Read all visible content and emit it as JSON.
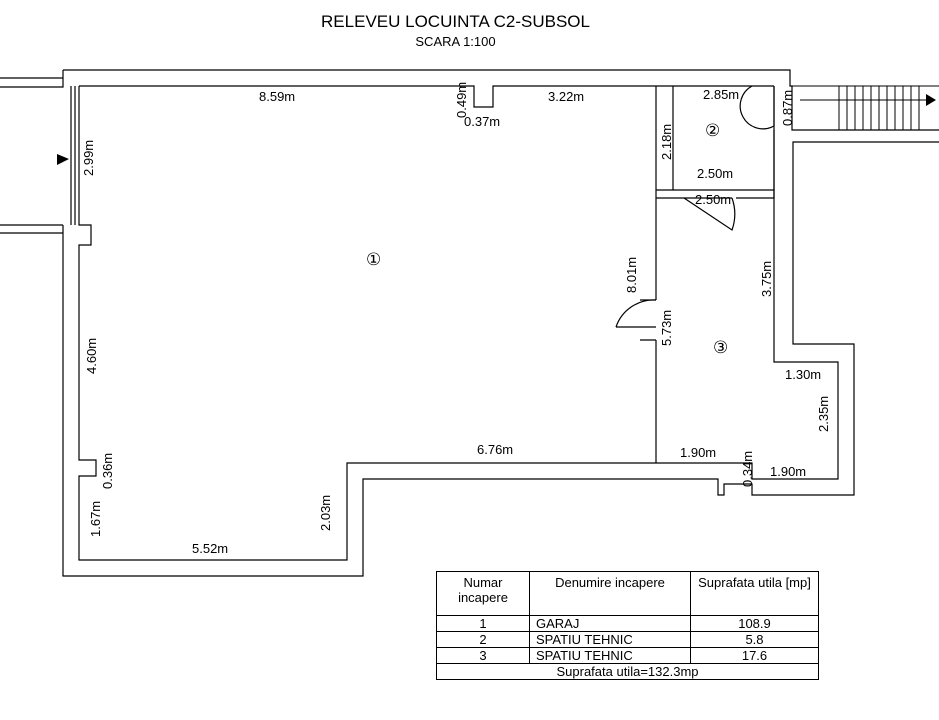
{
  "title": "RELEVEU LOCUINTA  C2-SUBSOL",
  "scale": "SCARA 1:100",
  "rooms": [
    "①",
    "②",
    "③"
  ],
  "dimensions": {
    "d859": "8.59m",
    "d049": "0.49m",
    "d037": "0.37m",
    "d322": "3.22m",
    "d285": "2.85m",
    "d087": "0.87m",
    "d218": "2.18m",
    "d250a": "2.50m",
    "d250b": "2.50m",
    "d299": "2.99m",
    "d801": "8.01m",
    "d375": "3.75m",
    "d573": "5.73m",
    "d460": "4.60m",
    "d130": "1.30m",
    "d235": "2.35m",
    "d676": "6.76m",
    "d190a": "1.90m",
    "d034": "0.34m",
    "d190b": "1.90m",
    "d036": "0.36m",
    "d167": "1.67m",
    "d203": "2.03m",
    "d552": "5.52m"
  },
  "table": {
    "headers": [
      "Numar incapere",
      "Denumire incapere",
      "Suprafata utila [mp]"
    ],
    "rows": [
      {
        "num": "1",
        "name": "GARAJ",
        "area": "108.9"
      },
      {
        "num": "2",
        "name": "SPATIU TEHNIC",
        "area": "5.8"
      },
      {
        "num": "3",
        "name": "SPATIU TEHNIC",
        "area": "17.6"
      }
    ],
    "total": "Suprafata utila=132.3mp"
  }
}
